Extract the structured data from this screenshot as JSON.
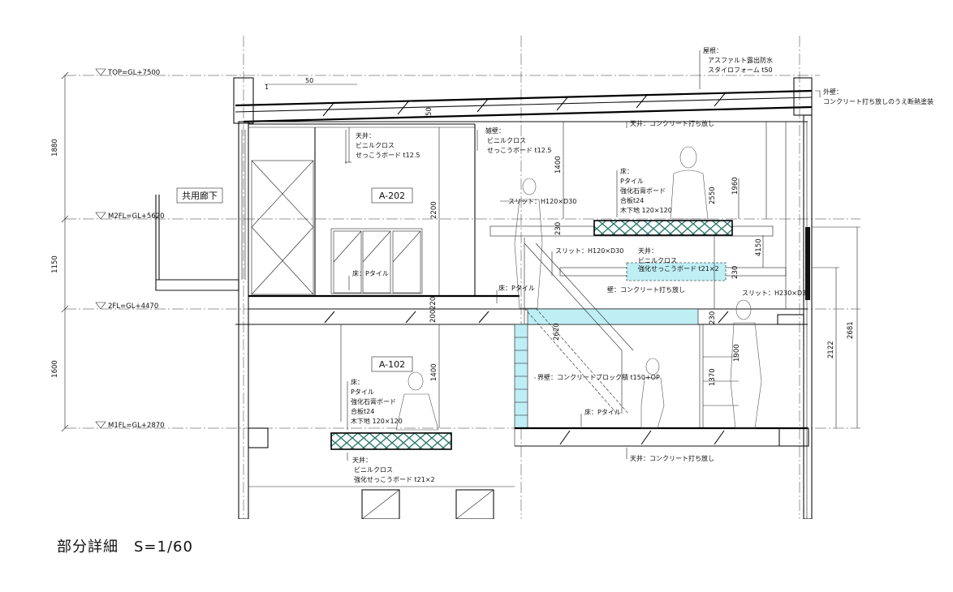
{
  "caption": "部分詳細　S=1/60",
  "levels": {
    "top": "TOP=GL+7500",
    "m2fl": "M2FL=GL+5620",
    "fl2": "2FL=GL+4470",
    "m1fl": "M1FL=GL+2870"
  },
  "left_dims": [
    "1880",
    "1150",
    "1600"
  ],
  "rooms": {
    "a202": "A-202",
    "a102": "A-102",
    "corridor": "共用廊下"
  },
  "roof_slope": {
    "rise": "1",
    "run": "50"
  },
  "inner_dims": {
    "d50": "50",
    "d1400_top": "1400",
    "d2200": "2200",
    "d230_a": "230",
    "d2550": "2550",
    "d1960": "1960",
    "d4150": "4150",
    "d230_b": "230",
    "d220": "220",
    "d200": "200",
    "d2620": "2620",
    "d230_c": "230",
    "d1900": "1900",
    "d1370": "1370",
    "d1400_low": "1400",
    "d2122": "2122",
    "d2681": "2681"
  },
  "notes": {
    "roof": [
      "屋根：",
      "アスファルト露出防水",
      "スタイロフォーム t50"
    ],
    "outer_wall": [
      "外壁：",
      "コンクリート打ち放しのうえ断熱塗装"
    ],
    "ceiling_conc_top": "天井：コンクリート打ち放し",
    "ceiling_a202": [
      "天井：",
      "ビニルクロス",
      "せっこうボード t12.5"
    ],
    "misc_wall": [
      "雑壁：",
      "ビニルクロス",
      "せっこうボード t12.5"
    ],
    "floor_upper": [
      "床：",
      "Pタイル",
      "強化石膏ボード",
      "合板t24",
      "木下地 120×120"
    ],
    "slit1": "スリット：H120×D30",
    "slit2": "スリット：H120×D30",
    "ceiling_mid": [
      "天井：",
      "ビニルクロス",
      "強化せっこうボード t21×2"
    ],
    "wall_conc": "壁：コンクリート打ち放し",
    "slit3": "スリット：H230×D30",
    "floor_p_a202": "床：Pタイル",
    "floor_p_mid": "床：Pタイル",
    "boundary_wall": "界壁：コンクリートブロック積 t150+OP",
    "floor_a102": [
      "床：",
      "Pタイル",
      "強化石膏ボード",
      "合板t24",
      "木下地 120×120"
    ],
    "floor_p_low": "床：Pタイル",
    "ceiling_low": [
      "天井：",
      "ビニルクロス",
      "強化せっこうボード t21×2"
    ],
    "ceiling_conc_low": "天井：コンクリート打ち放し"
  },
  "colors": {
    "line": "#111111",
    "glass_blue": "#bfeef5",
    "hatch_green": "#2c7a6e"
  }
}
